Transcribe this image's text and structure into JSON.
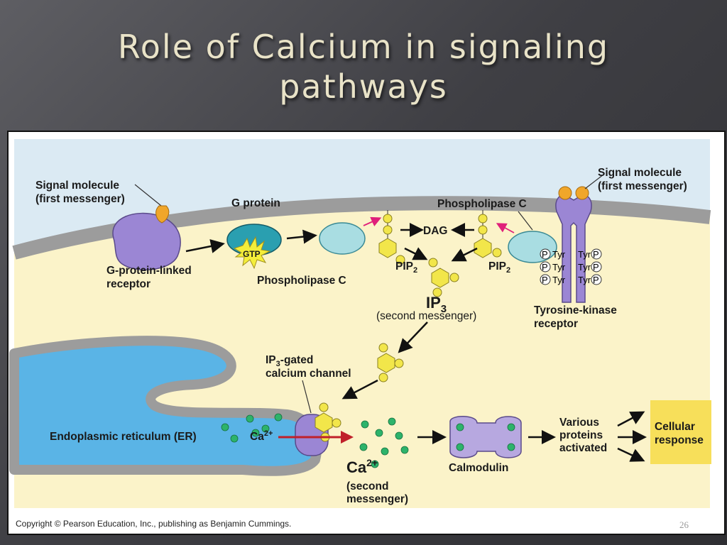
{
  "slide": {
    "title_line1": "Role of Calcium in signaling",
    "title_line2": "pathways",
    "page_number": "26"
  },
  "diagram": {
    "signal_molecule_left": [
      "Signal molecule",
      "(first messenger)"
    ],
    "g_protein": "G protein",
    "gtp": "GTP",
    "g_protein_receptor": [
      "G-protein-linked",
      "receptor"
    ],
    "phospholipase_c_lower": "Phospholipase C",
    "phospholipase_c_upper": "Phospholipase C",
    "dag": "DAG",
    "pip2": "PIP",
    "pip2_sub": "2",
    "ip3": "IP",
    "ip3_sub": "3",
    "second_messenger": "(second messenger)",
    "signal_molecule_right": [
      "Signal molecule",
      "(first messenger)"
    ],
    "tyrosine_receptor": [
      "Tyrosine-kinase",
      "receptor"
    ],
    "tyr": "Tyr",
    "p": "P",
    "ip3_channel": [
      "IP",
      "3",
      "-gated",
      "calcium channel"
    ],
    "er_label": "Endoplasmic reticulum (ER)",
    "ca": "Ca",
    "ca_charge": "2+",
    "ca_second": [
      "(second",
      "messenger)"
    ],
    "calmodulin": "Calmodulin",
    "various_proteins": [
      "Various",
      "proteins",
      "activated"
    ],
    "cellular_response": [
      "Cellular",
      "response"
    ],
    "copyright": "Copyright © Pearson Education, Inc., publishing as Benjamin Cummings."
  },
  "colors": {
    "cytoplasm": "#fbf3c9",
    "extracellular": "#dbeaf3",
    "membrane": "#9c9c9c",
    "er_lumen": "#5ab4e6",
    "receptor_purple": "#9b86d4",
    "g_protein_teal": "#2a9fb0",
    "plc_teal": "#a9dde2",
    "ip3_yellow": "#f2e64a",
    "signal_orange": "#f0a62a",
    "calcium_green": "#2db36b",
    "response_box": "#f7df5a",
    "arrow_red": "#c0202a",
    "arrow_magenta": "#e0207a"
  }
}
